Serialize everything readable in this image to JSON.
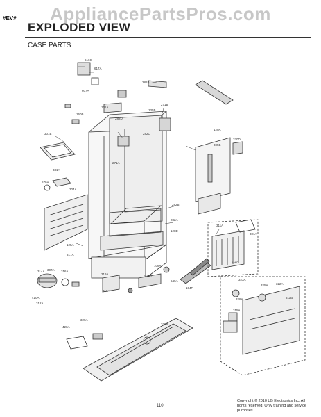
{
  "header": {
    "tag": "#EV#",
    "title": "EXPLODED VIEW",
    "subtitle": "CASE PARTS",
    "watermark": "AppliancePartsPros.com"
  },
  "footer": {
    "page_number": "110",
    "copyright_lines": [
      "Copyright © 2010 LG Electronics Inc. All",
      "rights reserved. Only training and service",
      "purposes"
    ]
  },
  "callouts": [
    {
      "id": "c1",
      "text": "616C"
    },
    {
      "id": "c2",
      "text": "617A"
    },
    {
      "id": "c3",
      "text": "607A"
    },
    {
      "id": "c4",
      "text": "281B"
    },
    {
      "id": "c5",
      "text": "131A"
    },
    {
      "id": "c6",
      "text": "160B"
    },
    {
      "id": "c7",
      "text": "135B"
    },
    {
      "id": "c8",
      "text": "271B"
    },
    {
      "id": "c9",
      "text": "282D"
    },
    {
      "id": "c10",
      "text": "282C"
    },
    {
      "id": "c11",
      "text": "120A"
    },
    {
      "id": "c12",
      "text": "330D"
    },
    {
      "id": "c13",
      "text": "305B"
    },
    {
      "id": "c14",
      "text": "301E"
    },
    {
      "id": "c15",
      "text": "271A"
    },
    {
      "id": "c16",
      "text": "331A"
    },
    {
      "id": "c17",
      "text": "670A"
    },
    {
      "id": "c18",
      "text": "304A"
    },
    {
      "id": "c19",
      "text": "282B"
    },
    {
      "id": "c20",
      "text": "311A"
    },
    {
      "id": "c21",
      "text": "125A"
    },
    {
      "id": "c22",
      "text": "317A"
    },
    {
      "id": "c23",
      "text": "282A"
    },
    {
      "id": "c24",
      "text": "128D"
    },
    {
      "id": "c25",
      "text": "301A"
    },
    {
      "id": "c26",
      "text": "314A"
    },
    {
      "id": "c27",
      "text": "307A"
    },
    {
      "id": "c28",
      "text": "316A"
    },
    {
      "id": "c29",
      "text": "410A"
    },
    {
      "id": "c30",
      "text": "411A"
    },
    {
      "id": "c31",
      "text": "649A"
    },
    {
      "id": "c32",
      "text": "106A"
    },
    {
      "id": "c33",
      "text": "312A"
    },
    {
      "id": "c34",
      "text": "319A"
    },
    {
      "id": "c35",
      "text": "406A"
    },
    {
      "id": "c36",
      "text": "329A"
    },
    {
      "id": "c37",
      "text": "420A"
    },
    {
      "id": "c38",
      "text": "323A"
    },
    {
      "id": "c39",
      "text": "325A"
    },
    {
      "id": "c40",
      "text": "322A"
    },
    {
      "id": "c41",
      "text": "328A"
    },
    {
      "id": "c42",
      "text": "311B"
    },
    {
      "id": "c43",
      "text": "315A"
    },
    {
      "id": "c44",
      "text": "318A"
    },
    {
      "id": "c45",
      "text": "104F"
    },
    {
      "id": "c46",
      "text": "320B"
    }
  ]
}
